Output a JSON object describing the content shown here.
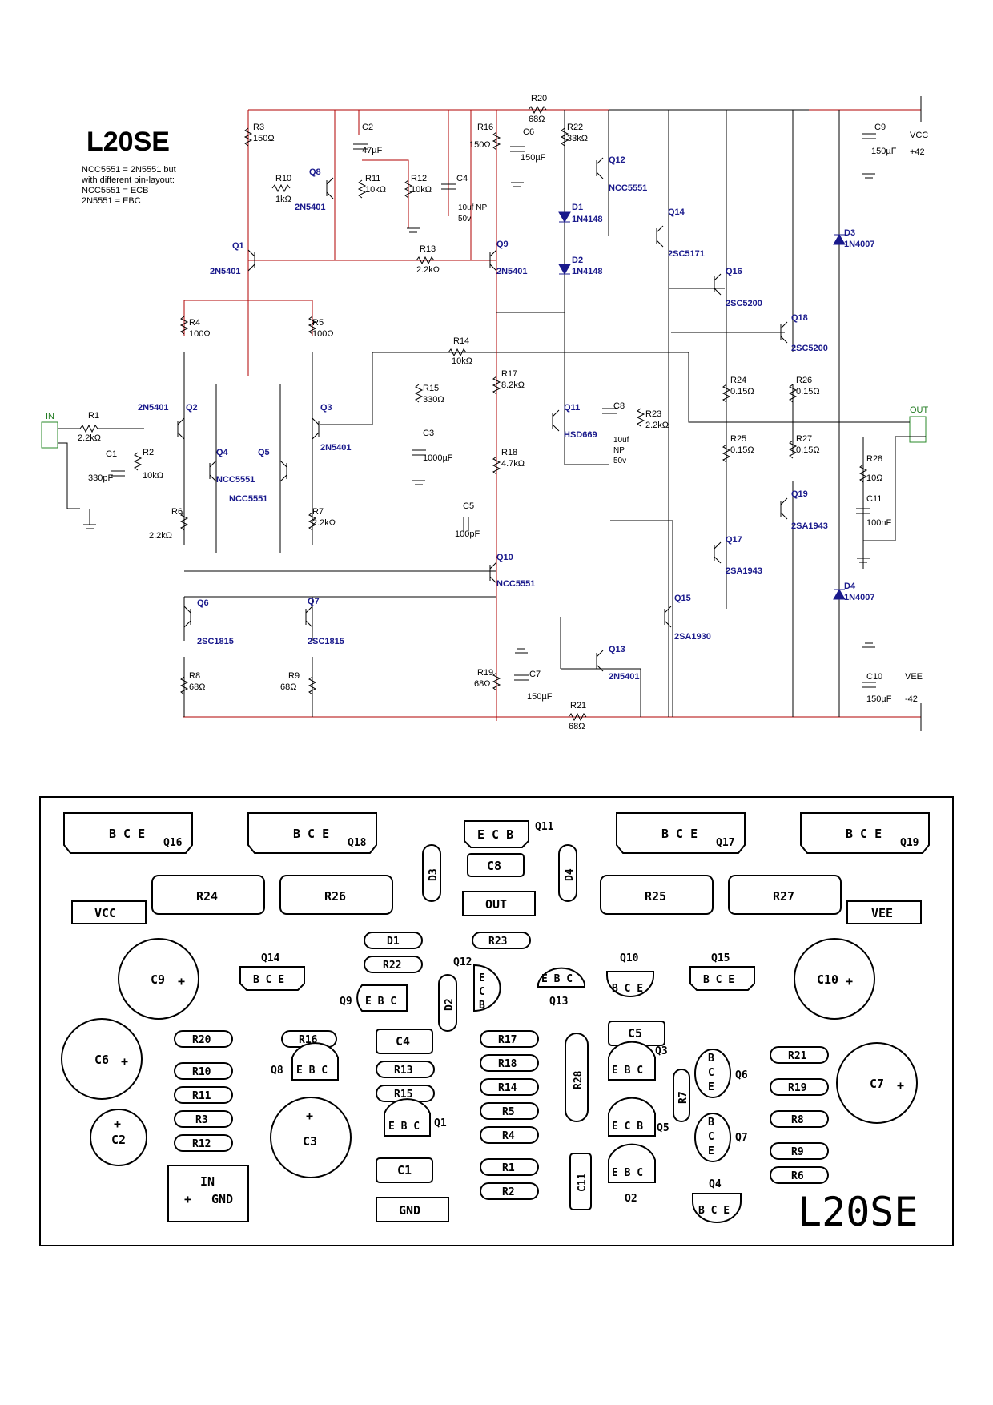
{
  "title": "L20SE",
  "note": [
    "NCC5551 = 2N5551 but",
    "with different pin-layout:",
    "NCC5551 = ECB",
    "2N5551 =  EBC"
  ],
  "rails": [
    {
      "name": "VCC",
      "value": "+42"
    },
    {
      "name": "VEE",
      "value": "-42"
    }
  ],
  "ports": {
    "input": "IN",
    "output": "OUT"
  },
  "resistors": [
    {
      "ref": "R1",
      "value": "2.2kΩ"
    },
    {
      "ref": "R2",
      "value": "10kΩ"
    },
    {
      "ref": "R3",
      "value": "150Ω"
    },
    {
      "ref": "R4",
      "value": "100Ω"
    },
    {
      "ref": "R5",
      "value": "100Ω"
    },
    {
      "ref": "R6",
      "value": "2.2kΩ"
    },
    {
      "ref": "R7",
      "value": "2.2kΩ"
    },
    {
      "ref": "R8",
      "value": "68Ω"
    },
    {
      "ref": "R9",
      "value": "68Ω"
    },
    {
      "ref": "R10",
      "value": "1kΩ"
    },
    {
      "ref": "R11",
      "value": "10kΩ"
    },
    {
      "ref": "R12",
      "value": "10kΩ"
    },
    {
      "ref": "R13",
      "value": "2.2kΩ"
    },
    {
      "ref": "R14",
      "value": "10kΩ"
    },
    {
      "ref": "R15",
      "value": "330Ω"
    },
    {
      "ref": "R16",
      "value": "150Ω"
    },
    {
      "ref": "R17",
      "value": "8.2kΩ"
    },
    {
      "ref": "R18",
      "value": "4.7kΩ"
    },
    {
      "ref": "R19",
      "value": "68Ω"
    },
    {
      "ref": "R20",
      "value": "68Ω"
    },
    {
      "ref": "R21",
      "value": "68Ω"
    },
    {
      "ref": "R22",
      "value": "33kΩ"
    },
    {
      "ref": "R23",
      "value": "2.2kΩ"
    },
    {
      "ref": "R24",
      "value": "0.15Ω"
    },
    {
      "ref": "R25",
      "value": "0.15Ω"
    },
    {
      "ref": "R26",
      "value": "0.15Ω"
    },
    {
      "ref": "R27",
      "value": "0.15Ω"
    },
    {
      "ref": "R28",
      "value": "10Ω"
    }
  ],
  "capacitors": [
    {
      "ref": "C1",
      "value": "330pF"
    },
    {
      "ref": "C2",
      "value": "47µF"
    },
    {
      "ref": "C3",
      "value": "1000µF"
    },
    {
      "ref": "C4",
      "value": "10uf NP\n50v"
    },
    {
      "ref": "C5",
      "value": "100pF"
    },
    {
      "ref": "C6",
      "value": "150µF"
    },
    {
      "ref": "C7",
      "value": "150µF"
    },
    {
      "ref": "C8",
      "value": "10uf\nNP\n50v"
    },
    {
      "ref": "C9",
      "value": "150µF"
    },
    {
      "ref": "C10",
      "value": "150µF"
    },
    {
      "ref": "C11",
      "value": "100nF"
    }
  ],
  "diodes": [
    {
      "ref": "D1",
      "value": "1N4148"
    },
    {
      "ref": "D2",
      "value": "1N4148"
    },
    {
      "ref": "D3",
      "value": "1N4007"
    },
    {
      "ref": "D4",
      "value": "1N4007"
    }
  ],
  "transistors": [
    {
      "ref": "Q1",
      "value": "2N5401"
    },
    {
      "ref": "Q2",
      "value": "2N5401"
    },
    {
      "ref": "Q3",
      "value": "2N5401"
    },
    {
      "ref": "Q4",
      "value": "NCC5551"
    },
    {
      "ref": "Q5",
      "value": "NCC5551"
    },
    {
      "ref": "Q6",
      "value": "2SC1815"
    },
    {
      "ref": "Q7",
      "value": "2SC1815"
    },
    {
      "ref": "Q8",
      "value": "2N5401"
    },
    {
      "ref": "Q9",
      "value": "2N5401"
    },
    {
      "ref": "Q10",
      "value": "NCC5551"
    },
    {
      "ref": "Q11",
      "value": "HSD669"
    },
    {
      "ref": "Q12",
      "value": "NCC5551"
    },
    {
      "ref": "Q13",
      "value": "2N5401"
    },
    {
      "ref": "Q14",
      "value": "2SC5171"
    },
    {
      "ref": "Q15",
      "value": "2SA1930"
    },
    {
      "ref": "Q16",
      "value": "2SC5200"
    },
    {
      "ref": "Q17",
      "value": "2SA1943"
    },
    {
      "ref": "Q18",
      "value": "2SC5200"
    },
    {
      "ref": "Q19",
      "value": "2SA1943"
    }
  ],
  "pcb": {
    "power": [
      {
        "ref": "Q16",
        "pins": "B C E"
      },
      {
        "ref": "Q18",
        "pins": "B C E"
      },
      {
        "ref": "Q17",
        "pins": "B C E"
      },
      {
        "ref": "Q19",
        "pins": "B C E"
      }
    ],
    "q11": {
      "ref": "Q11",
      "pins": "E C B"
    },
    "pads": {
      "vcc": "VCC",
      "vee": "VEE",
      "out": "OUT",
      "gnd": "GND",
      "in": "IN",
      "in_plus": "+",
      "in_gnd": "GND"
    },
    "resistor_blocks": [
      "R24",
      "R26",
      "R25",
      "R27"
    ],
    "small_parts": [
      "D3",
      "D4",
      "C8",
      "D1",
      "R22",
      "R23",
      "D2",
      "C4",
      "R13",
      "R15",
      "C1",
      "R16",
      "R20",
      "R10",
      "R11",
      "R3",
      "R12",
      "R17",
      "R18",
      "R14",
      "R5",
      "R4",
      "R1",
      "R2",
      "R28",
      "C11",
      "C5",
      "R7",
      "R21",
      "R19",
      "R8",
      "R9",
      "R6"
    ],
    "transistors": [
      {
        "ref": "Q14",
        "pins": "B C E"
      },
      {
        "ref": "Q15",
        "pins": "B C E"
      },
      {
        "ref": "Q9",
        "pins": "E B C"
      },
      {
        "ref": "Q12",
        "pins": "E C B"
      },
      {
        "ref": "Q13",
        "pins": "E B C"
      },
      {
        "ref": "Q10",
        "pins": "B C E"
      },
      {
        "ref": "Q8",
        "pins": "E B C"
      },
      {
        "ref": "Q1",
        "pins": "E B C"
      },
      {
        "ref": "Q3",
        "pins": "E B C"
      },
      {
        "ref": "Q5",
        "pins": "E C B"
      },
      {
        "ref": "Q2",
        "pins": "E B C"
      },
      {
        "ref": "Q6",
        "pins": "B C E"
      },
      {
        "ref": "Q7",
        "pins": "B C E"
      },
      {
        "ref": "Q4",
        "pins": "B C E"
      }
    ],
    "caps": [
      {
        "ref": "C9",
        "plus": "+"
      },
      {
        "ref": "C10",
        "plus": "+"
      },
      {
        "ref": "C6",
        "plus": "+"
      },
      {
        "ref": "C7",
        "plus": "+"
      },
      {
        "ref": "C2",
        "plus": "+"
      },
      {
        "ref": "C3",
        "plus": "+"
      }
    ],
    "board_title": "L20SE"
  }
}
